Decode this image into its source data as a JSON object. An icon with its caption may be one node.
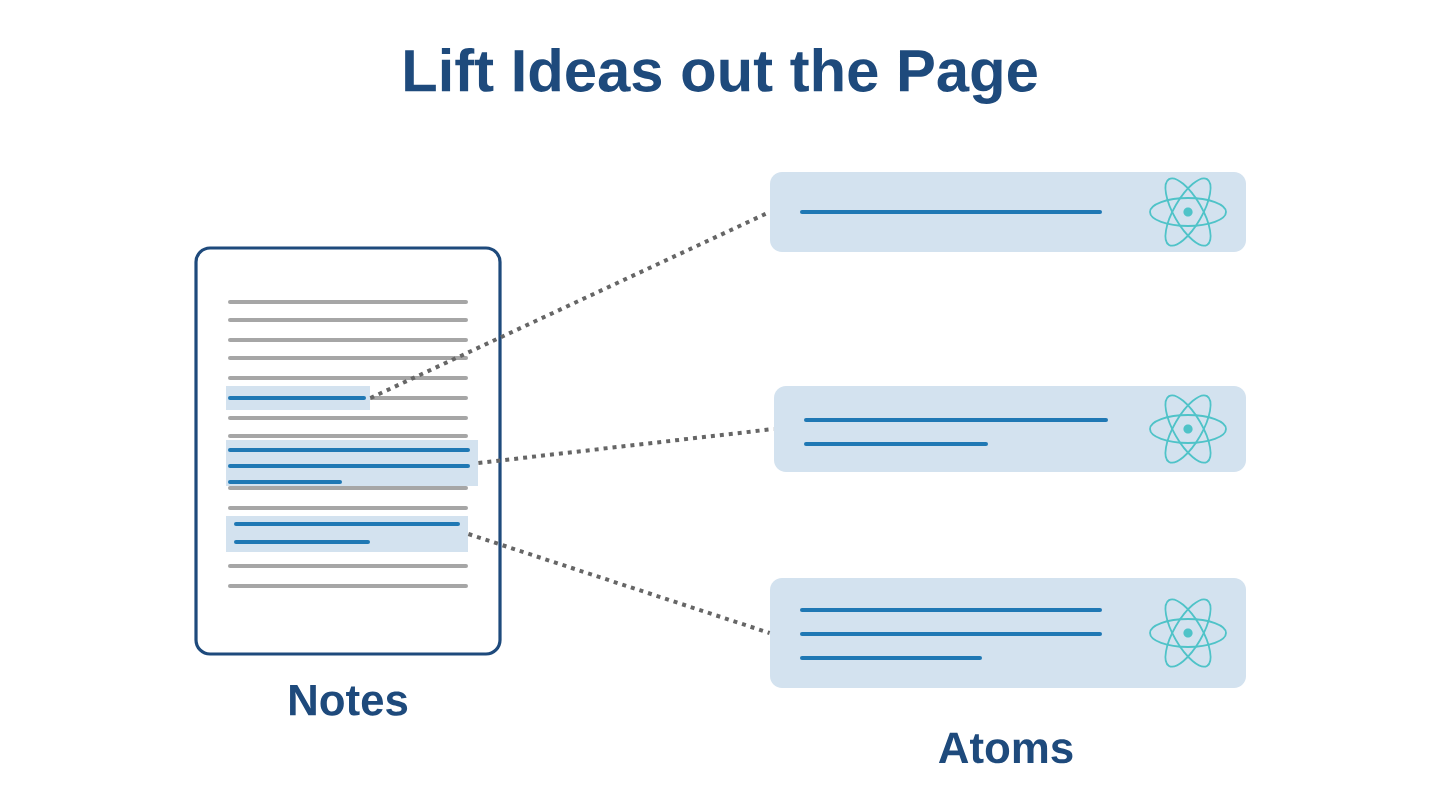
{
  "diagram": {
    "title": "Lift Ideas out the Page",
    "nodes": [
      {
        "text": [
          "Notes"
        ]
      },
      {
        "text": [],
        "shape": "bar",
        "in": 0
      },
      {
        "text": [],
        "shape": "bar",
        "in": 0
      },
      {
        "text": [],
        "shape": "bar",
        "in": 0
      },
      {
        "text": [],
        "shape": "box"
      },
      {
        "text": [],
        "shape": "box"
      },
      {
        "text": [],
        "shape": "box"
      }
    ],
    "edges": [
      {
        "from": 1,
        "to": 4,
        "arrow": "none"
      },
      {
        "from": 2,
        "to": 5,
        "arrow": "none"
      },
      {
        "from": 3,
        "to": 6,
        "arrow": "none"
      }
    ],
    "labels": [
      "Atoms"
    ]
  }
}
